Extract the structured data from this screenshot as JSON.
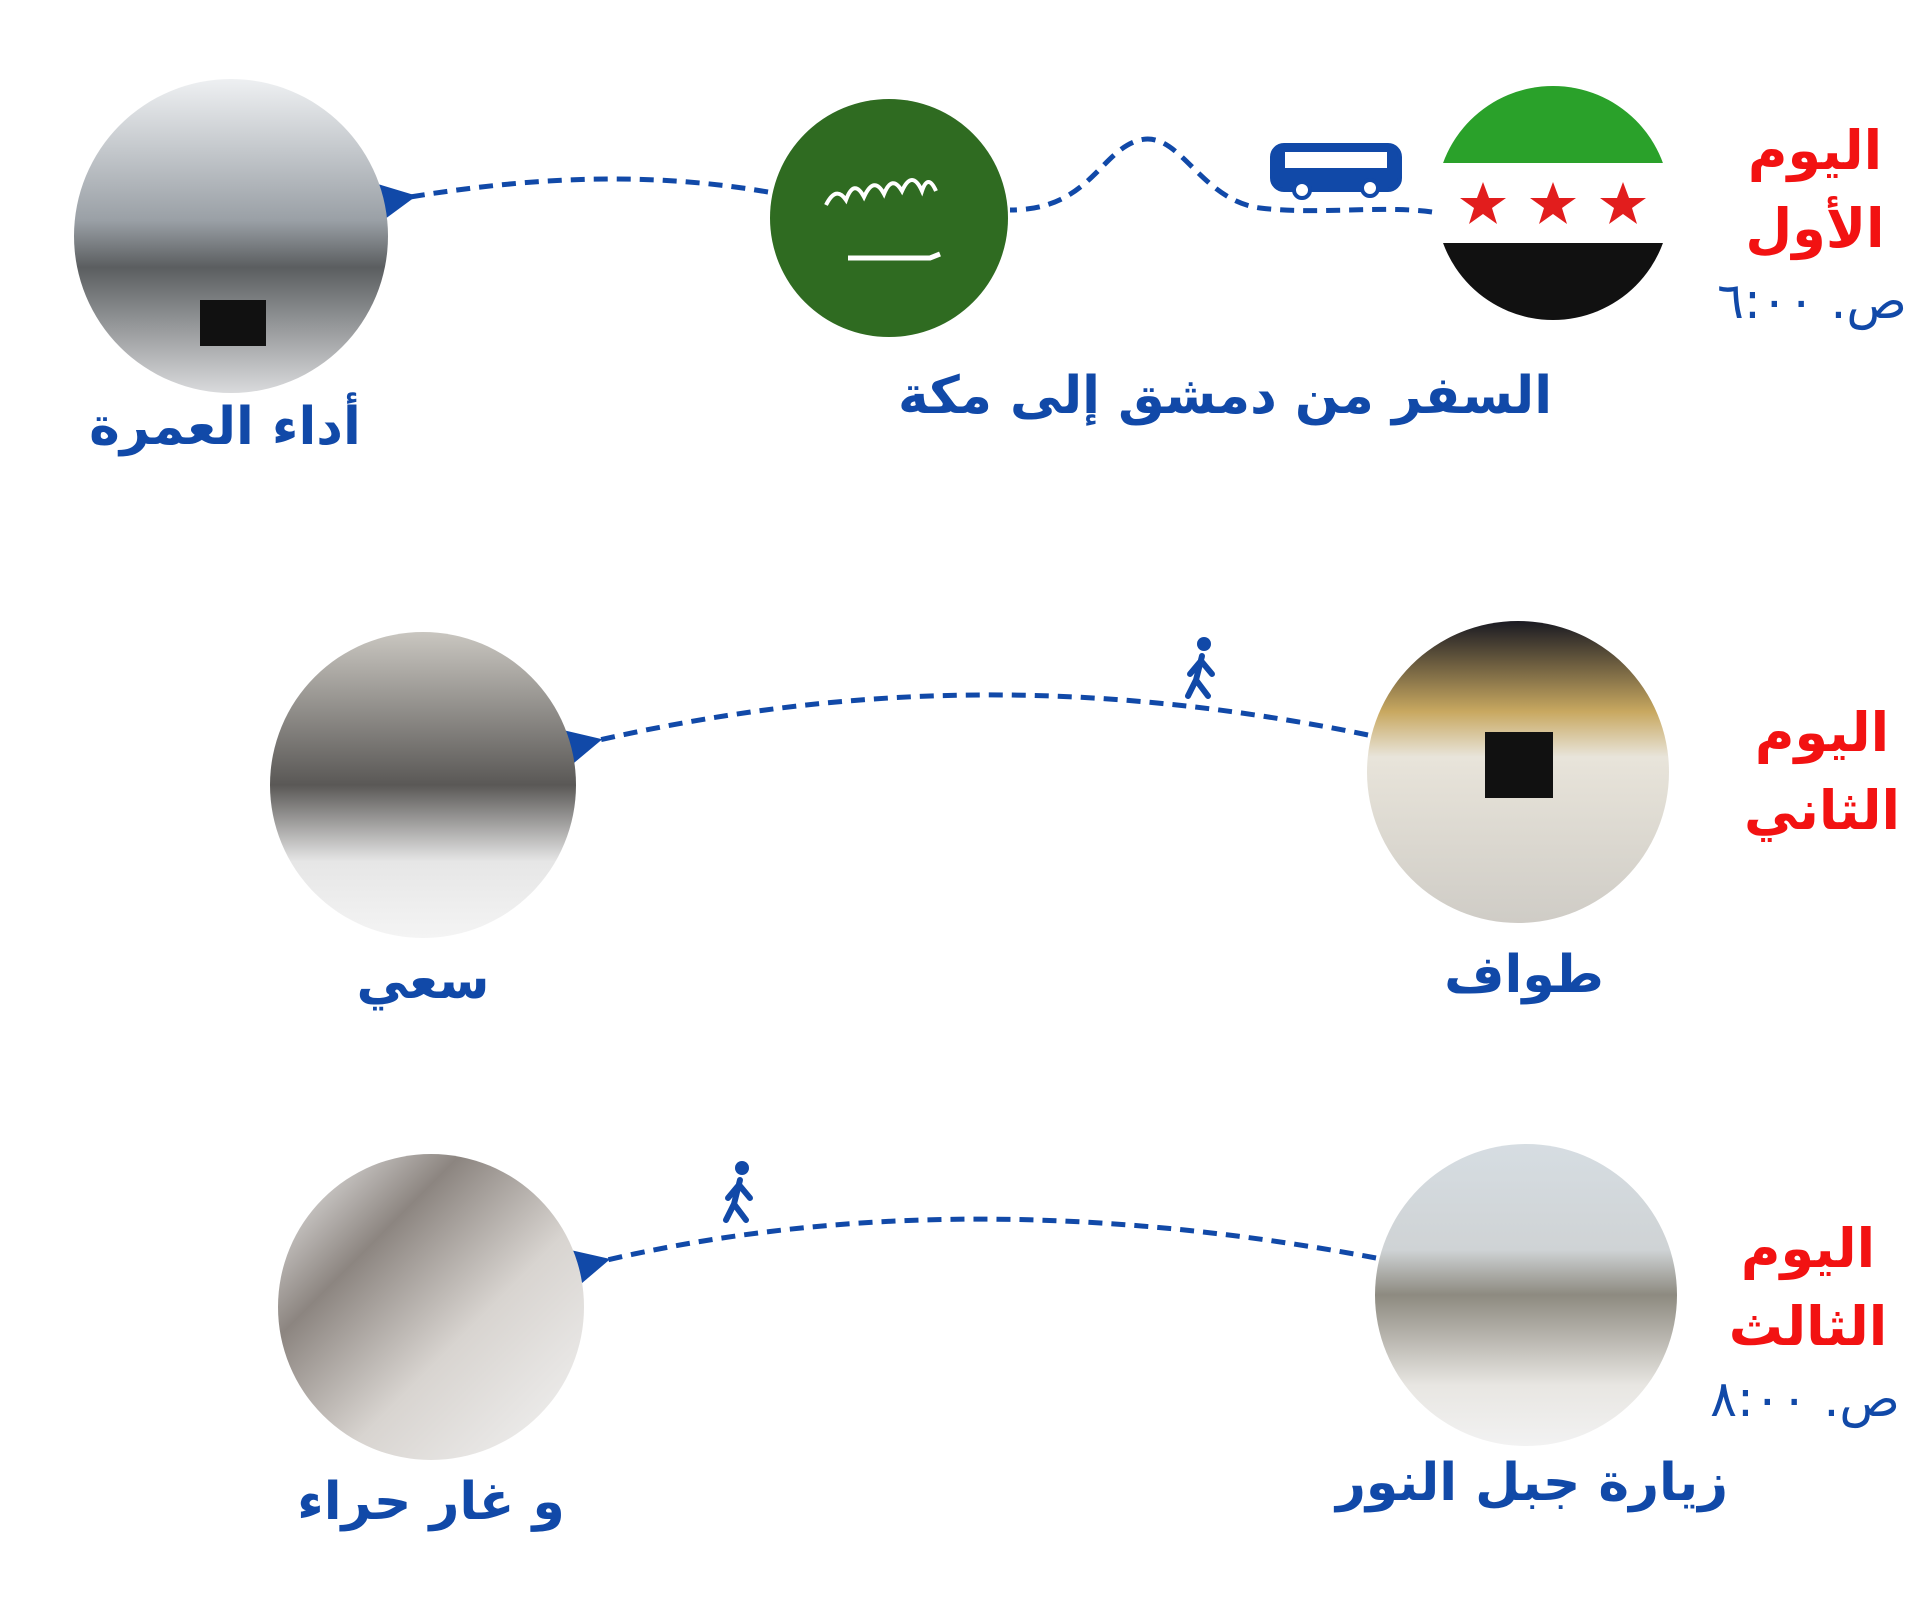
{
  "colors": {
    "path": "#1149a8",
    "day": "#f21212",
    "label": "#1149a8"
  },
  "days": [
    {
      "title_line1": "اليوم",
      "title_line2": "الأول",
      "time": "ص. ٦:٠٠",
      "stops": [
        {
          "label": "",
          "icon": "syria-flag-icon"
        },
        {
          "label": "السفر من دمشق إلى مكة",
          "icon": "saudi-flag-icon"
        },
        {
          "label": "أداء العمرة",
          "icon": "kaaba-photo"
        }
      ],
      "transport": "bus-icon"
    },
    {
      "title_line1": "اليوم",
      "title_line2": "الثاني",
      "stops": [
        {
          "label": "طواف"
        },
        {
          "label": "سعي"
        }
      ],
      "transport": "walking-icon"
    },
    {
      "title_line1": "اليوم",
      "title_line2": "الثالث",
      "time": "ص. ٨:٠٠",
      "stops": [
        {
          "label": "زيارة جبل النور"
        },
        {
          "label": "و غار حراء"
        }
      ],
      "transport": "walking-icon"
    }
  ]
}
